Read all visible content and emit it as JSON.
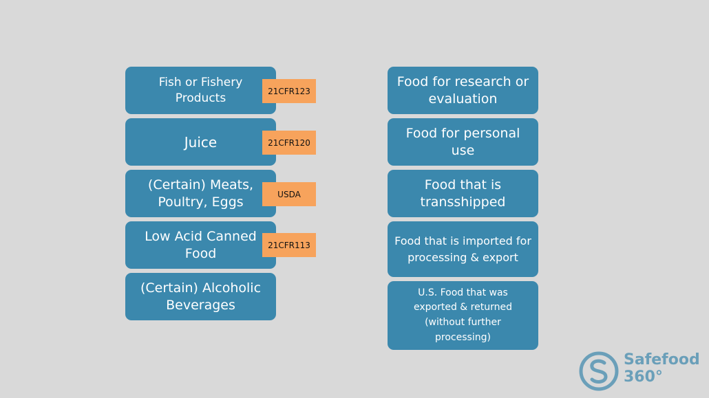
{
  "left_column": [
    {
      "label": "Fish or Fishery Products",
      "tag": "21CFR123"
    },
    {
      "label": "Juice",
      "tag": "21CFR120"
    },
    {
      "label": "(Certain) Meats, Poultry, Eggs",
      "tag": "USDA"
    },
    {
      "label": "Low Acid Canned Food",
      "tag": "21CFR113"
    },
    {
      "label": "(Certain) Alcoholic Beverages"
    }
  ],
  "right_column": [
    {
      "label": "Food for research or evaluation"
    },
    {
      "label": "Food for personal use"
    },
    {
      "label": "Food that is transshipped"
    },
    {
      "label": "Food that is imported for processing & export"
    },
    {
      "label": "U.S. Food that was exported & returned (without further processing)"
    }
  ],
  "logo": {
    "line1": "Safefood",
    "line2": "360°"
  },
  "colors": {
    "box": "#3b88ad",
    "tag": "#f7a35c",
    "background": "#d9d9d9",
    "logo": "#6a9fb9"
  }
}
